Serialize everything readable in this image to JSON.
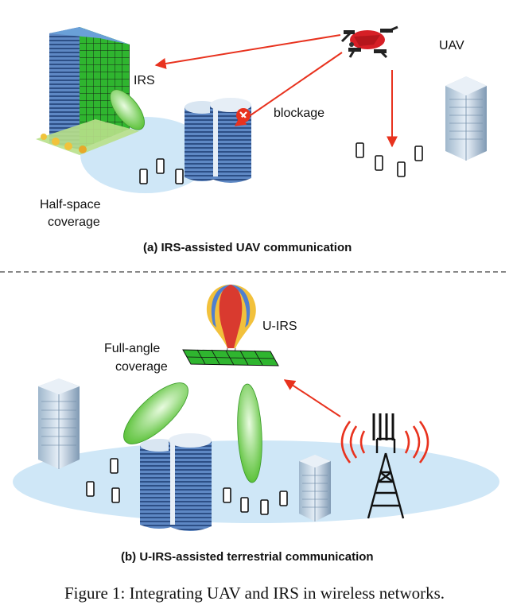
{
  "panel_a": {
    "label_irs": "IRS",
    "label_uav": "UAV",
    "label_blockage": "blockage",
    "label_half_space_line1": "Half-space",
    "label_half_space_line2": "coverage",
    "caption": "(a) IRS-assisted UAV communication"
  },
  "panel_b": {
    "label_uirs": "U-IRS",
    "label_full_angle_line1": "Full-angle",
    "label_full_angle_line2": "coverage",
    "caption": "(b) U-IRS-assisted terrestrial communication"
  },
  "figure_caption": "Figure 1: Integrating UAV and IRS in wireless networks.",
  "colors": {
    "signal_arrow": "#e8321e",
    "beam": "#6fcf4a",
    "coverage_area": "#cfe7f7",
    "irs_panel": "#2fb52f",
    "building_glass": "#4f8fd6",
    "drone_body": "#d61f26",
    "tower": "#111111"
  }
}
